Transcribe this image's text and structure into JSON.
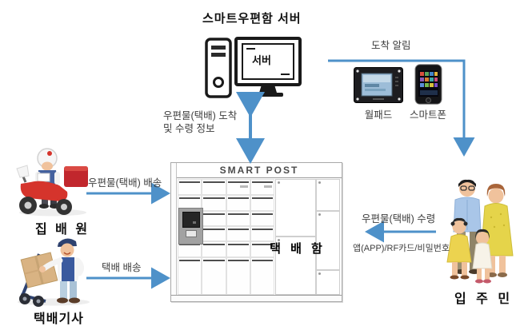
{
  "colors": {
    "arrow": "#4e91c9",
    "text": "#3d3d3d"
  },
  "server": {
    "title": "스마트우편함 서버",
    "monitor_label": "서버"
  },
  "notification": {
    "label": "도착 알림",
    "wallpad_label": "월패드",
    "smartphone_label": "스마트폰"
  },
  "info_link": {
    "line1": "우편물(택배) 도착",
    "line2": "및 수령 정보"
  },
  "locker": {
    "header": "SMART POST",
    "label": "택 배 함"
  },
  "mail_carrier": {
    "label": "집 배 원",
    "arrow_label": "우편물(택배) 배송"
  },
  "courier": {
    "label": "택배기사",
    "arrow_label": "택배 배송"
  },
  "resident": {
    "label": "입 주 민",
    "receive_label": "우편물(택배) 수령",
    "method_label": "앱(APP)/RF카드/비밀번호"
  }
}
